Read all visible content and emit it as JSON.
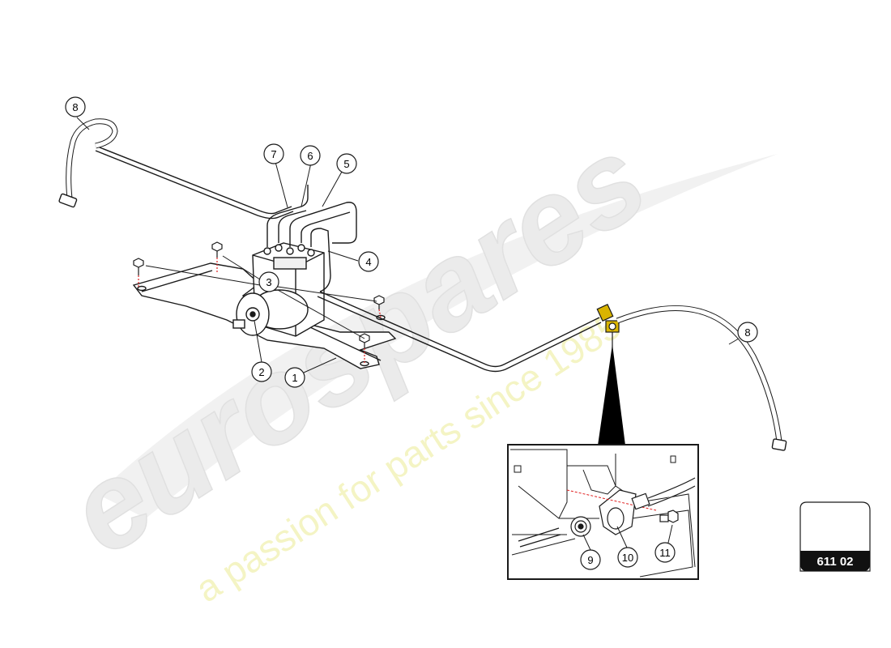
{
  "watermark": {
    "brand": "eurospares",
    "tagline": "a passion for parts since 1985"
  },
  "callouts": {
    "c1": "1",
    "c2": "2",
    "c3": "3",
    "c4": "4",
    "c5": "5",
    "c6": "6",
    "c7": "7",
    "c8a": "8",
    "c8b": "8",
    "c9": "9",
    "c10": "10",
    "c11": "11"
  },
  "reference": {
    "code": "611 02"
  },
  "colors": {
    "line": "#1a1a1a",
    "watermark_brand": "#ececec",
    "watermark_tagline": "#f4f4c8",
    "ref_box_band": "#111111",
    "highlight": "#d9b400",
    "red_dash": "#e02020"
  }
}
